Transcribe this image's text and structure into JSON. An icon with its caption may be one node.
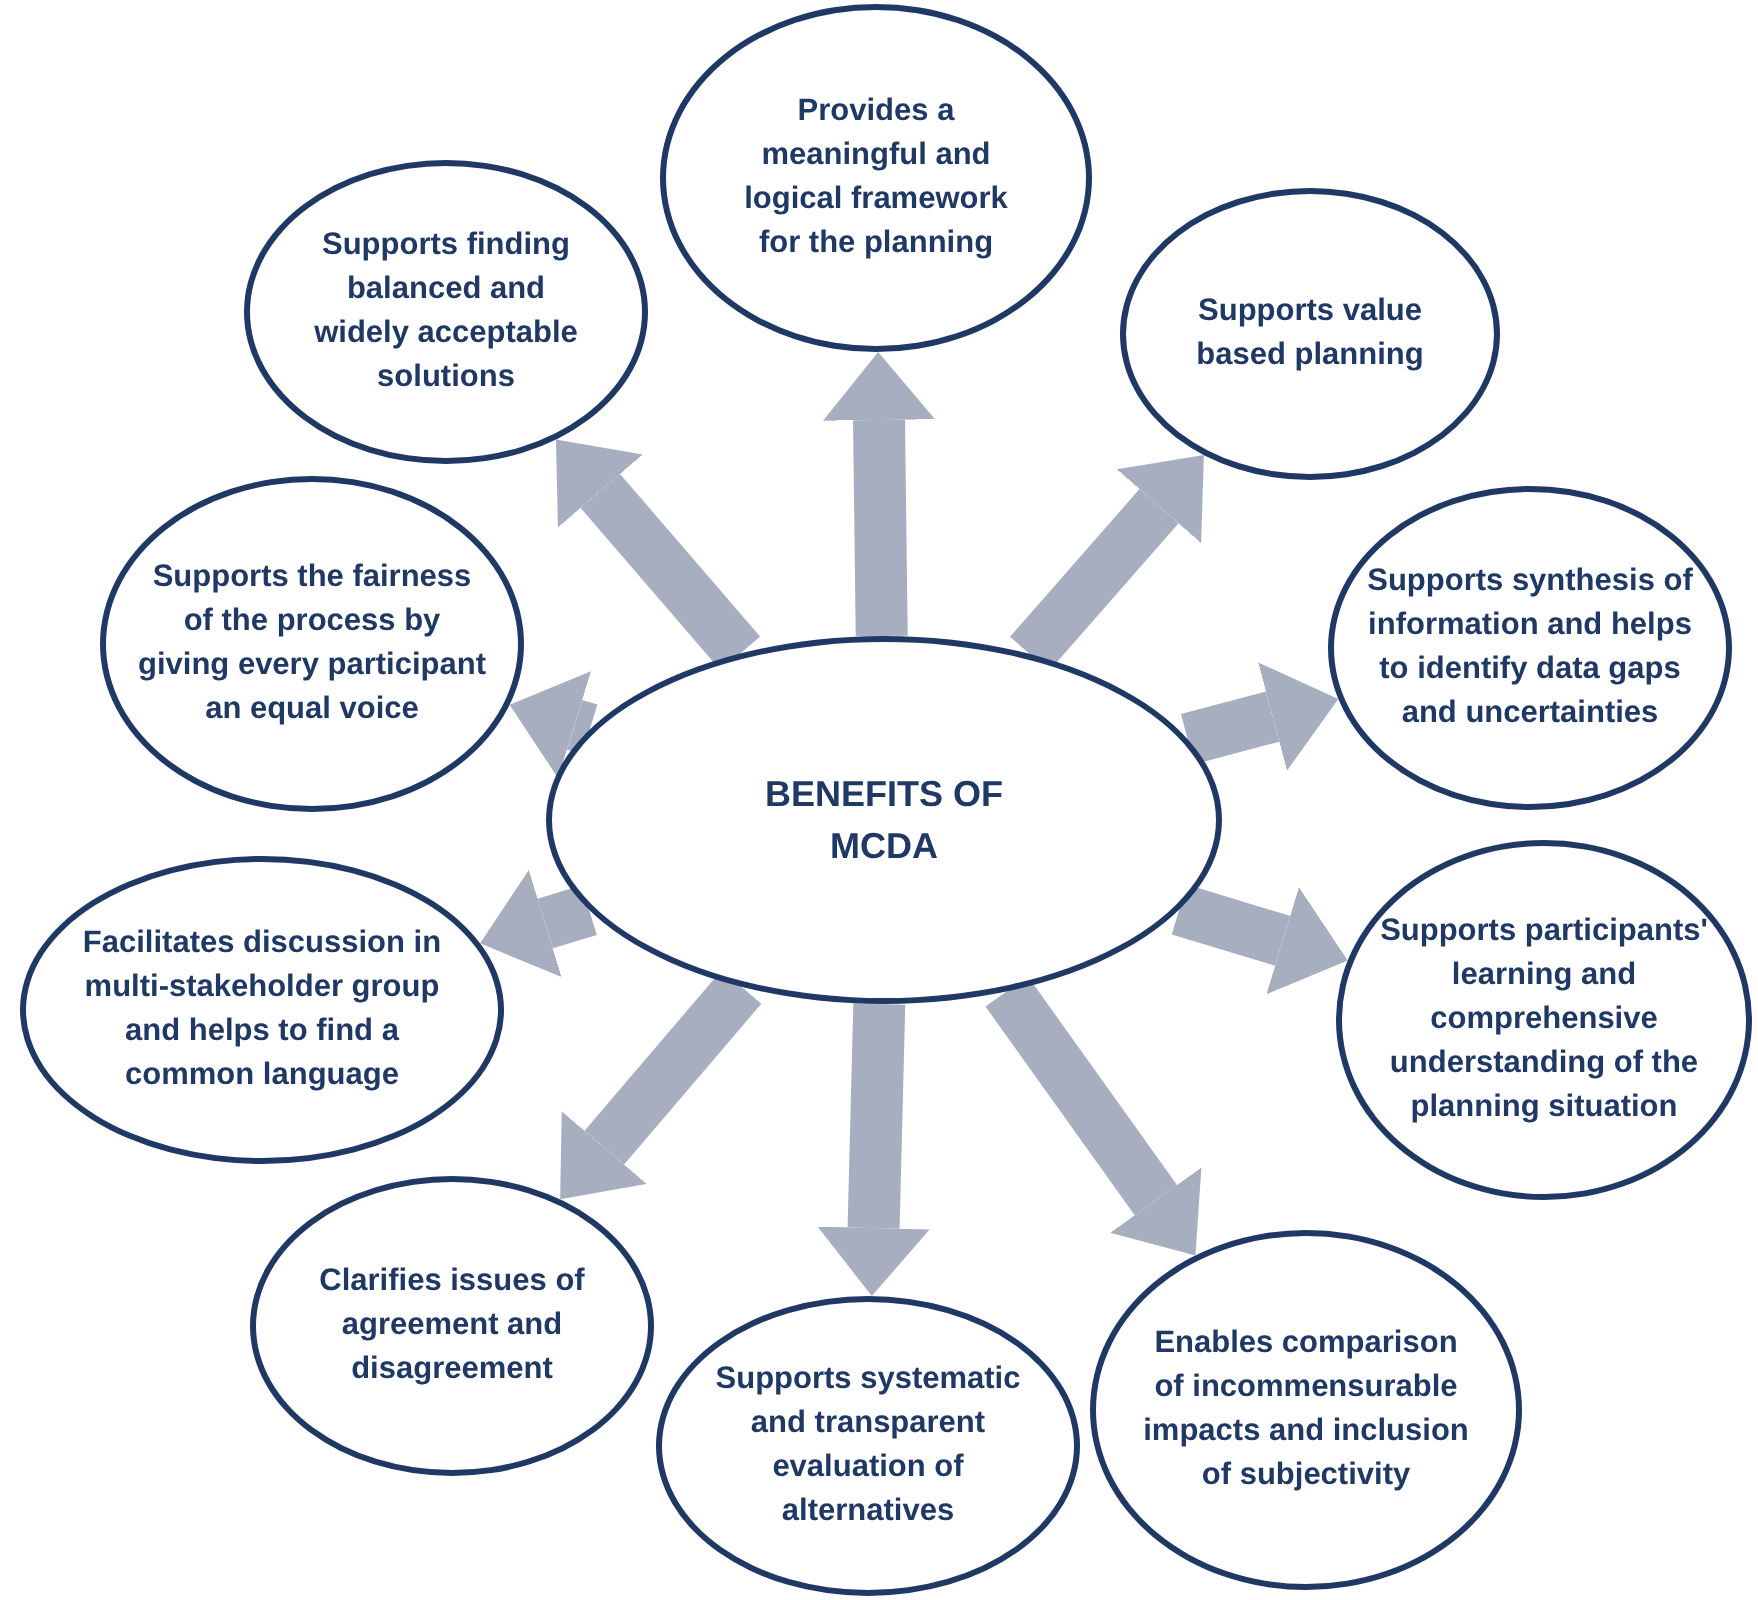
{
  "diagram": {
    "nodes": [
      {
        "text": [
          "BENEFITS OF MCDA"
        ]
      },
      {
        "text": [
          "Provides a meaningful and logical framework for the planning"
        ]
      },
      {
        "text": [
          "Supports value based planning"
        ]
      },
      {
        "text": [
          "Supports synthesis of information and helps to identify data gaps and uncertainties"
        ]
      },
      {
        "text": [
          "Supports participants' learning and comprehensive understanding of the planning situation"
        ]
      },
      {
        "text": [
          "Enables comparison of incommensurable impacts and inclusion of subjectivity"
        ]
      },
      {
        "text": [
          "Supports systematic and transparent evaluation of alternatives"
        ]
      },
      {
        "text": [
          "Clarifies issues of agreement and disagreement"
        ]
      },
      {
        "text": [
          "Facilitates discussion in multi-stakeholder group and helps to find a common language"
        ]
      },
      {
        "text": [
          "Supports the fairness of the process by giving every participant an equal voice"
        ]
      },
      {
        "text": [
          "Supports finding balanced and widely acceptable solutions"
        ]
      }
    ],
    "edges": [
      {
        "from": 0,
        "to": 1,
        "arrow": "to"
      },
      {
        "from": 0,
        "to": 2,
        "arrow": "to"
      },
      {
        "from": 0,
        "to": 3,
        "arrow": "to"
      },
      {
        "from": 0,
        "to": 4,
        "arrow": "to"
      },
      {
        "from": 0,
        "to": 5,
        "arrow": "to"
      },
      {
        "from": 0,
        "to": 6,
        "arrow": "to"
      },
      {
        "from": 0,
        "to": 7,
        "arrow": "to"
      },
      {
        "from": 0,
        "to": 8,
        "arrow": "to"
      },
      {
        "from": 0,
        "to": 9,
        "arrow": "to"
      },
      {
        "from": 0,
        "to": 10,
        "arrow": "to"
      }
    ]
  }
}
